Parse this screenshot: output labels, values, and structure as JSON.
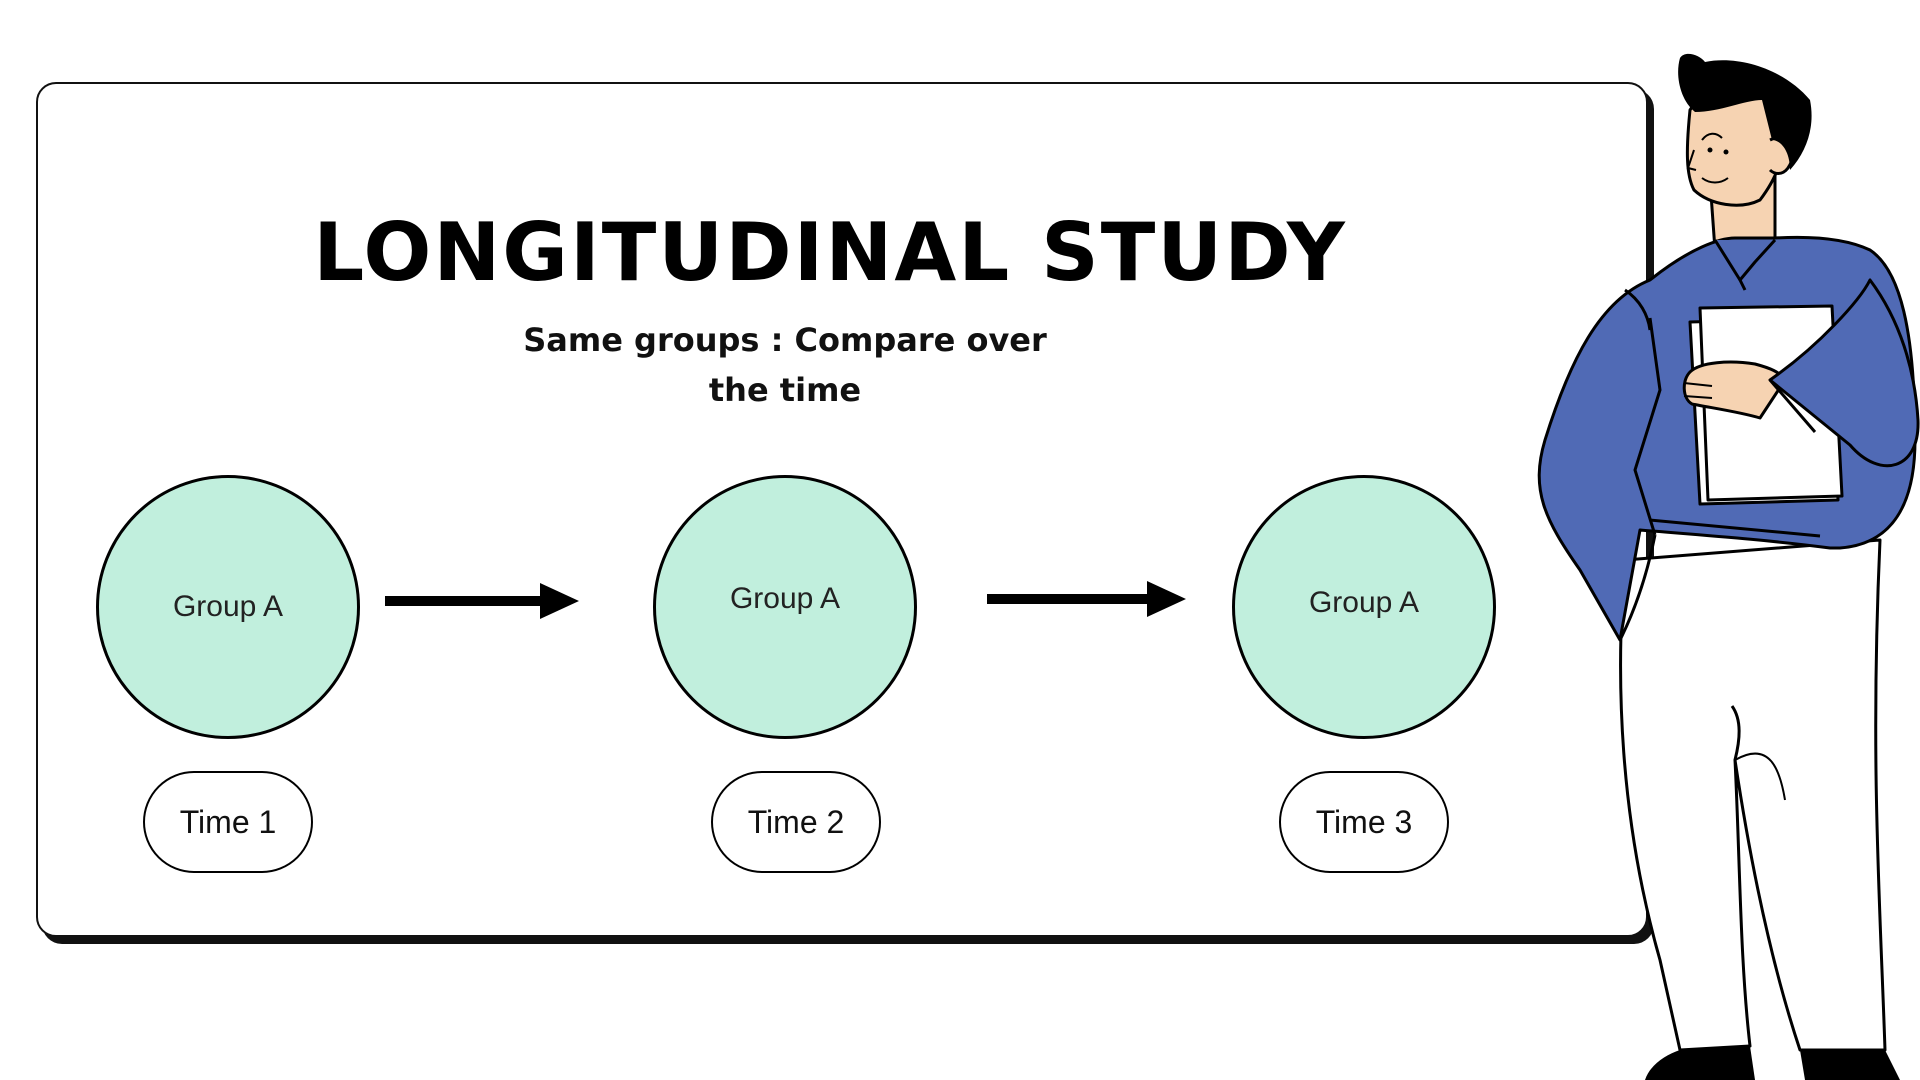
{
  "diagram": {
    "title": "LONGITUDINAL STUDY",
    "subtitle": "Same groups : Compare over the time",
    "nodes": [
      {
        "group": "Group A",
        "time": "Time 1"
      },
      {
        "group": "Group A",
        "time": "Time 2"
      },
      {
        "group": "Group A",
        "time": "Time 3"
      }
    ],
    "edges": [
      {
        "from": 0,
        "to": 1
      },
      {
        "from": 1,
        "to": 2
      }
    ]
  },
  "colors": {
    "circle_fill": "#c1efdd",
    "outline": "#000000",
    "shirt": "#506ab5",
    "skin": "#f6d3b2",
    "hair": "#000000"
  },
  "icons": {
    "arrow": "right-arrow-icon",
    "illustration": "person-holding-folder-icon"
  }
}
